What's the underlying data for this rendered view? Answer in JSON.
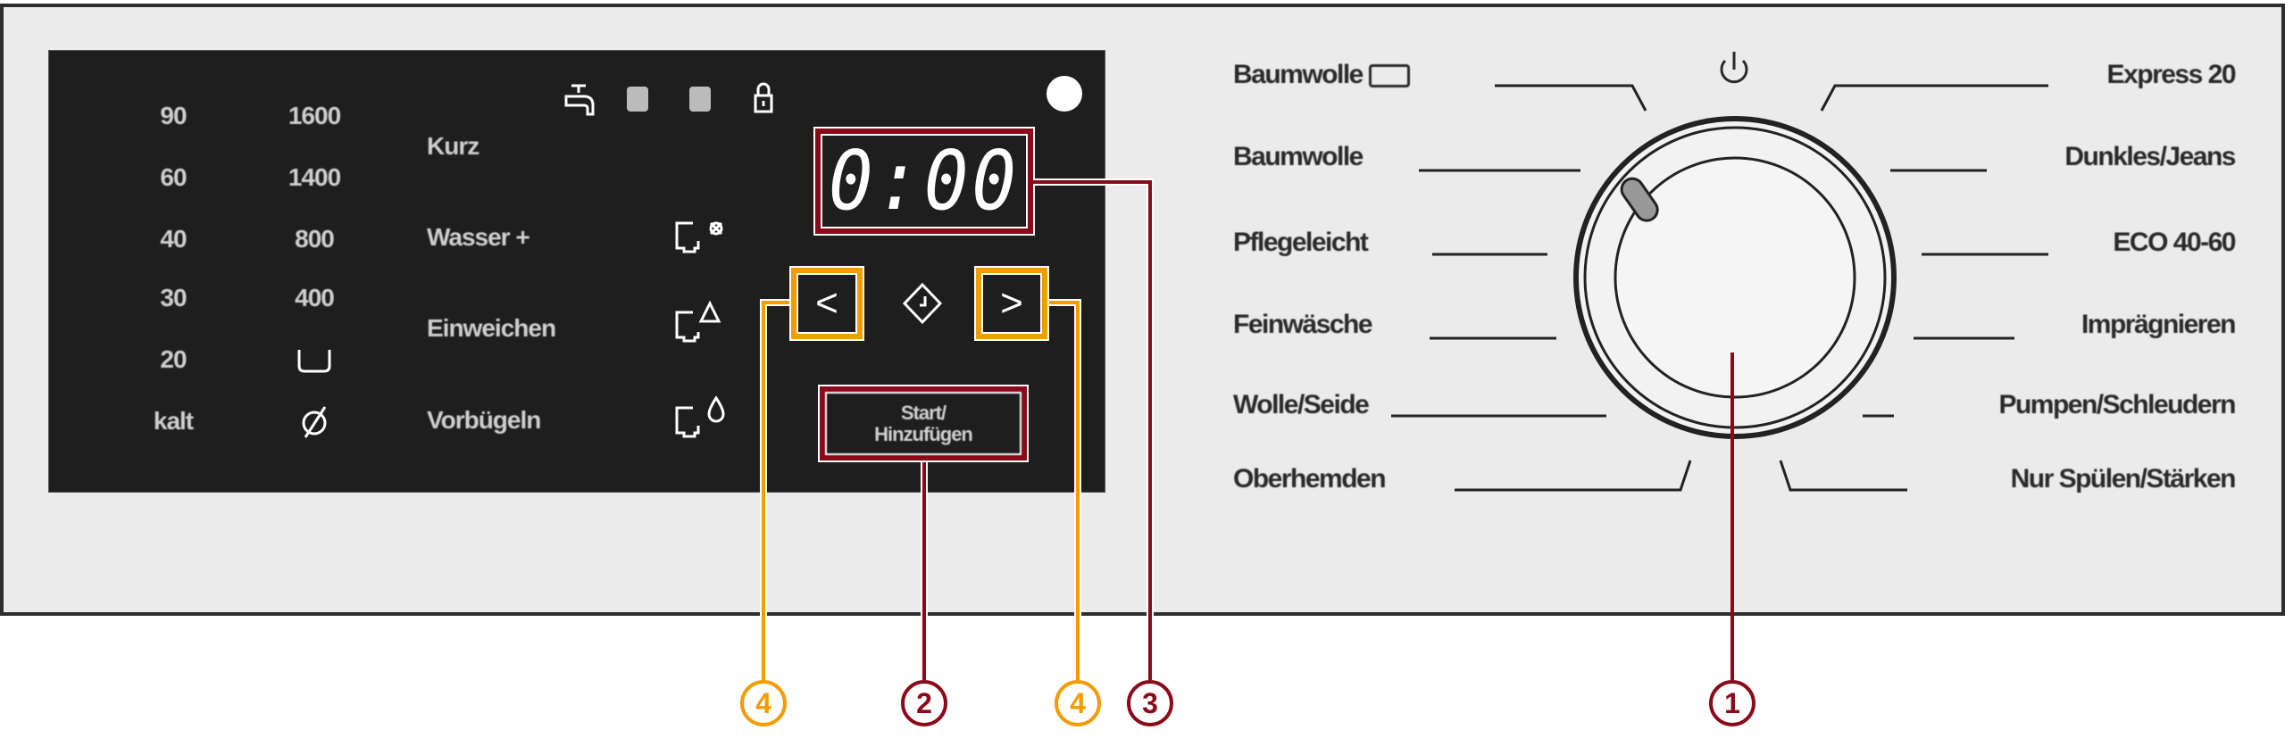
{
  "display": {
    "temperatures": [
      "90",
      "60",
      "40",
      "30",
      "20",
      "kalt"
    ],
    "spin_speeds": [
      "1600",
      "1400",
      "800",
      "400"
    ],
    "options": [
      "Kurz",
      "Wasser +",
      "Einweichen",
      "Vorbügeln"
    ],
    "timer": "0:00",
    "start_button": {
      "line1": "Start/",
      "line2": "Hinzufügen"
    },
    "prev_symbol": "<",
    "next_symbol": ">"
  },
  "programs_left": [
    "Baumwolle",
    "Baumwolle",
    "Pflegeleicht",
    "Feinwäsche",
    "Wolle/Seide",
    "Oberhemden"
  ],
  "programs_right": [
    "Express 20",
    "Dunkles/Jeans",
    "ECO 40-60",
    "Imprägnieren",
    "Pumpen/Schleudern",
    "Nur Spülen/Stärken"
  ],
  "callouts": {
    "dial": "1",
    "start": "2",
    "timer": "3",
    "nav_left": "4",
    "nav_right": "4"
  },
  "colors": {
    "callout_red": "#8b0a1a",
    "callout_orange": "#f39c00",
    "display_bg": "#1e1e1e",
    "panel_bg": "#ebebeb"
  }
}
